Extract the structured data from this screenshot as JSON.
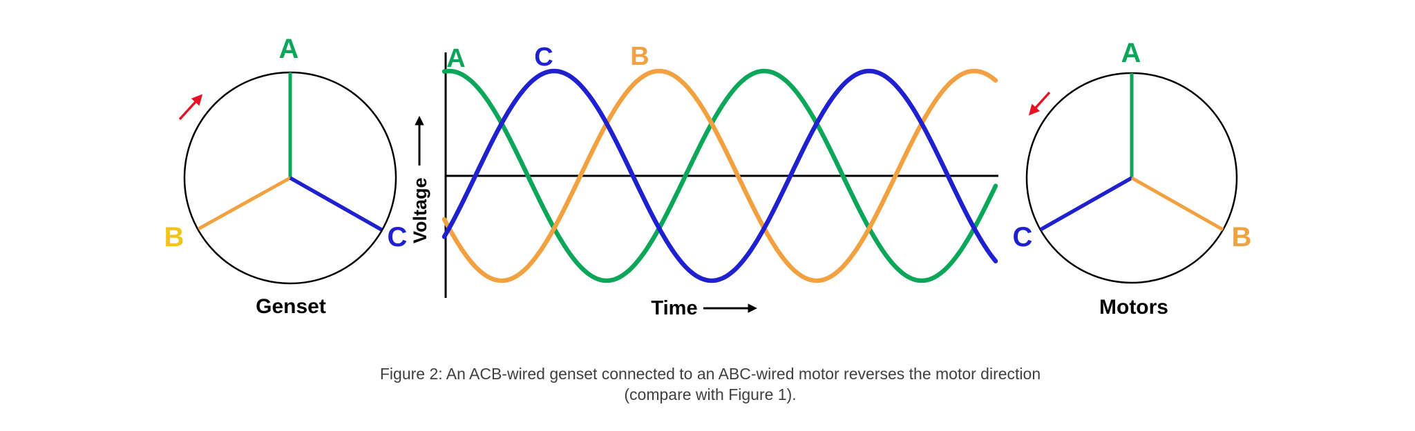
{
  "colors": {
    "black": "#000000",
    "green": "#0CA65A",
    "blue": "#2021CE",
    "orange": "#F2A140",
    "gold": "#F2C31A",
    "red": "#E81123",
    "caption": "#3F3F3F"
  },
  "genset_phasor": {
    "title": "Genset",
    "phase_top": "A",
    "phase_lower_left": "B",
    "phase_lower_right": "C",
    "rotation_arrow_direction": "up-right (clockwise)"
  },
  "motor_phasor": {
    "title": "Motors",
    "phase_top": "A",
    "phase_lower_left": "C",
    "phase_lower_right": "B",
    "rotation_arrow_direction": "down-left (counter-clockwise)"
  },
  "chart_data": {
    "type": "line",
    "title": "",
    "xlabel": "Time",
    "ylabel": "Voltage",
    "x_ticks": [],
    "y_ticks": [],
    "ylim": [
      -1,
      1
    ],
    "amplitude": 1,
    "cycles_shown": 1.75,
    "grid": false,
    "legend_position": "inline-labels-above-first-peaks",
    "phase_sequence": "ACB",
    "series": [
      {
        "name": "A",
        "color": "#0CA65A",
        "phase_lag_deg": 0
      },
      {
        "name": "C",
        "color": "#2021CE",
        "phase_lag_deg": 120
      },
      {
        "name": "B",
        "color": "#F2A140",
        "phase_lag_deg": 240
      }
    ]
  },
  "caption": {
    "line1": "Figure 2: An ACB-wired genset connected to an ABC-wired motor reverses the motor direction",
    "line2": "(compare with Figure 1)."
  }
}
